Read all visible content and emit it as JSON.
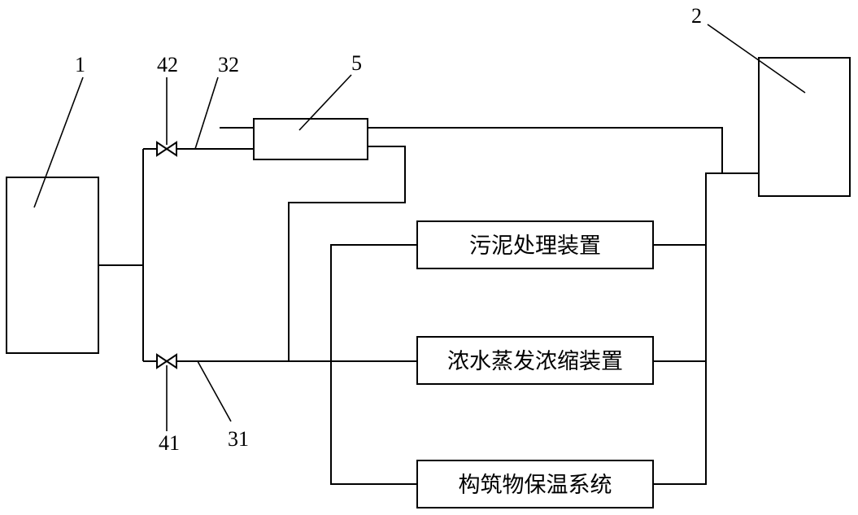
{
  "components": {
    "tank_1": {
      "ref": "1"
    },
    "tank_2": {
      "ref": "2"
    },
    "exchanger_5": {
      "ref": "5"
    },
    "valve_42": {
      "ref": "42"
    },
    "valve_41": {
      "ref": "41"
    },
    "pipe_32": {
      "ref": "32"
    },
    "pipe_31": {
      "ref": "31"
    }
  },
  "devices": {
    "sludge_treatment": {
      "label": "污泥处理装置"
    },
    "brine_evaporation": {
      "label": "浓水蒸发浓缩装置"
    },
    "structure_insulation": {
      "label": "构筑物保温系统"
    }
  }
}
